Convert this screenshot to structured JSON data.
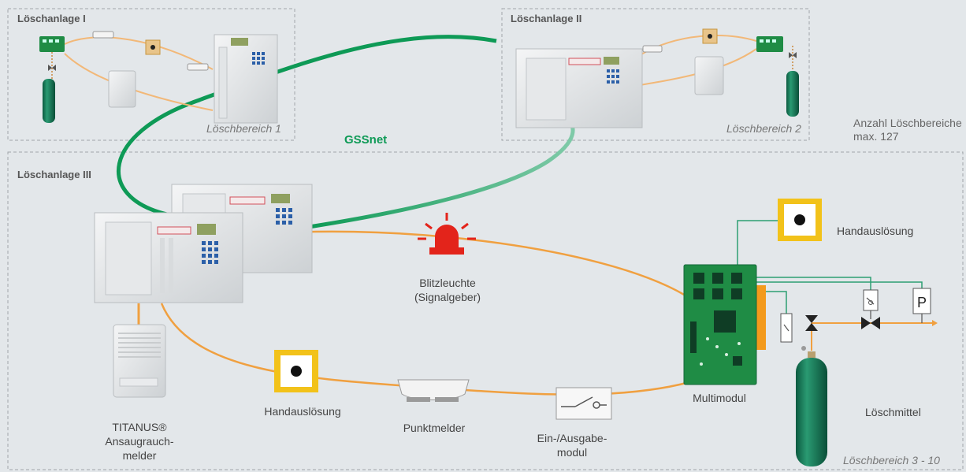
{
  "systems": {
    "anlage1": {
      "title": "Löschanlage I",
      "area": "Löschbereich 1"
    },
    "anlage2": {
      "title": "Löschanlage II",
      "area": "Löschbereich 2"
    },
    "anlage3": {
      "title": "Löschanlage III",
      "area": "Löschbereich 3 - 10"
    }
  },
  "network": {
    "label": "GSSnet"
  },
  "note": {
    "line1": "Anzahl Löschbereiche",
    "line2": "max. 127"
  },
  "components": {
    "blitzleuchte": {
      "line1": "Blitzleuchte",
      "line2": "(Signalgeber)"
    },
    "handausloesung_top": {
      "label": "Handauslösung"
    },
    "handausloesung_bottom": {
      "label": "Handauslösung"
    },
    "titanus": {
      "line1": "TITANUS®",
      "line2": "Ansaugrauch-",
      "line3": "melder"
    },
    "punktmelder": {
      "label": "Punktmelder"
    },
    "ein_ausgabe": {
      "line1": "Ein-/Ausgabe-",
      "line2": "modul"
    },
    "multimodul": {
      "label": "Multimodul"
    },
    "loeschmittel": {
      "label": "Löschmittel"
    },
    "pressure_switch": {
      "label": "P"
    }
  },
  "colors": {
    "loop": "#f0a040",
    "loop_small": "#f2b878",
    "network": "#0e9a56",
    "network_light": "#5dbd92",
    "control": "#2d9f72",
    "button_frame": "#f2c21a",
    "beacon": "#e3241b",
    "board": "#1f8c45",
    "cylinder": "#0f6a4c"
  },
  "icons": {
    "beacon": "flashing-beacon-icon",
    "manual_call_point": "manual-call-point-icon",
    "detector": "smoke-detector-icon",
    "io_module": "switch-module-icon",
    "cylinder": "gas-cylinder-icon",
    "valve": "valve-icon"
  }
}
